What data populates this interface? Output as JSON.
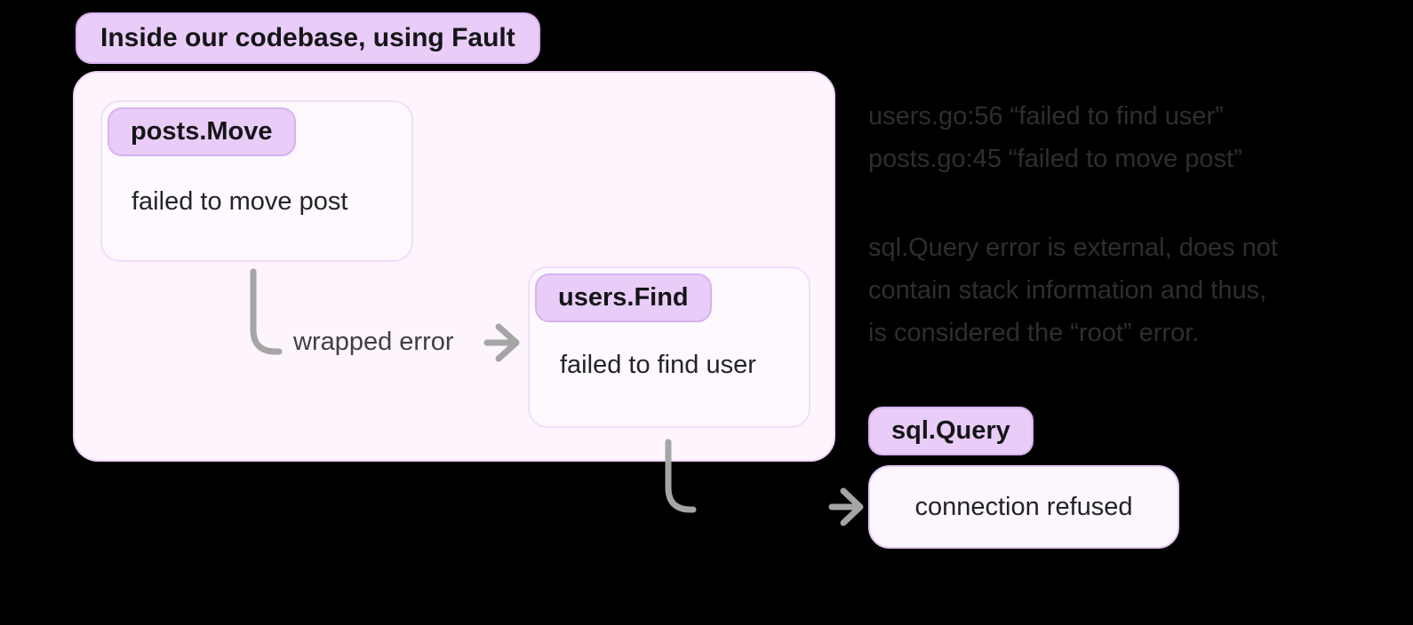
{
  "title_badge": "Inside our codebase, using Fault",
  "diagram": {
    "nodes": {
      "posts_move": {
        "badge": "posts.Move",
        "message": "failed to move post"
      },
      "users_find": {
        "badge": "users.Find",
        "message": "failed to find user"
      }
    },
    "edge_label": "wrapped error",
    "external": {
      "badge": "sql.Query",
      "message": "connection refused"
    }
  },
  "annotations": {
    "stack_lines": [
      "users.go:56 “failed to find user”",
      "posts.go:45 “failed to move post”"
    ],
    "note_lines": [
      "sql.Query error is external, does not",
      "contain stack information and thus,",
      "is considered the “root” error."
    ]
  },
  "colors": {
    "background": "#000000",
    "badge_fill": "#e9cdf8",
    "badge_border": "#d8b2f0",
    "container_fill": "#fdf4fd",
    "container_border": "#eed5f7",
    "node_fill": "#fdf9ff",
    "node_border": "#f0def9",
    "connector_gray": "#a5a5a5",
    "annotation_text": "#2e2e32"
  }
}
